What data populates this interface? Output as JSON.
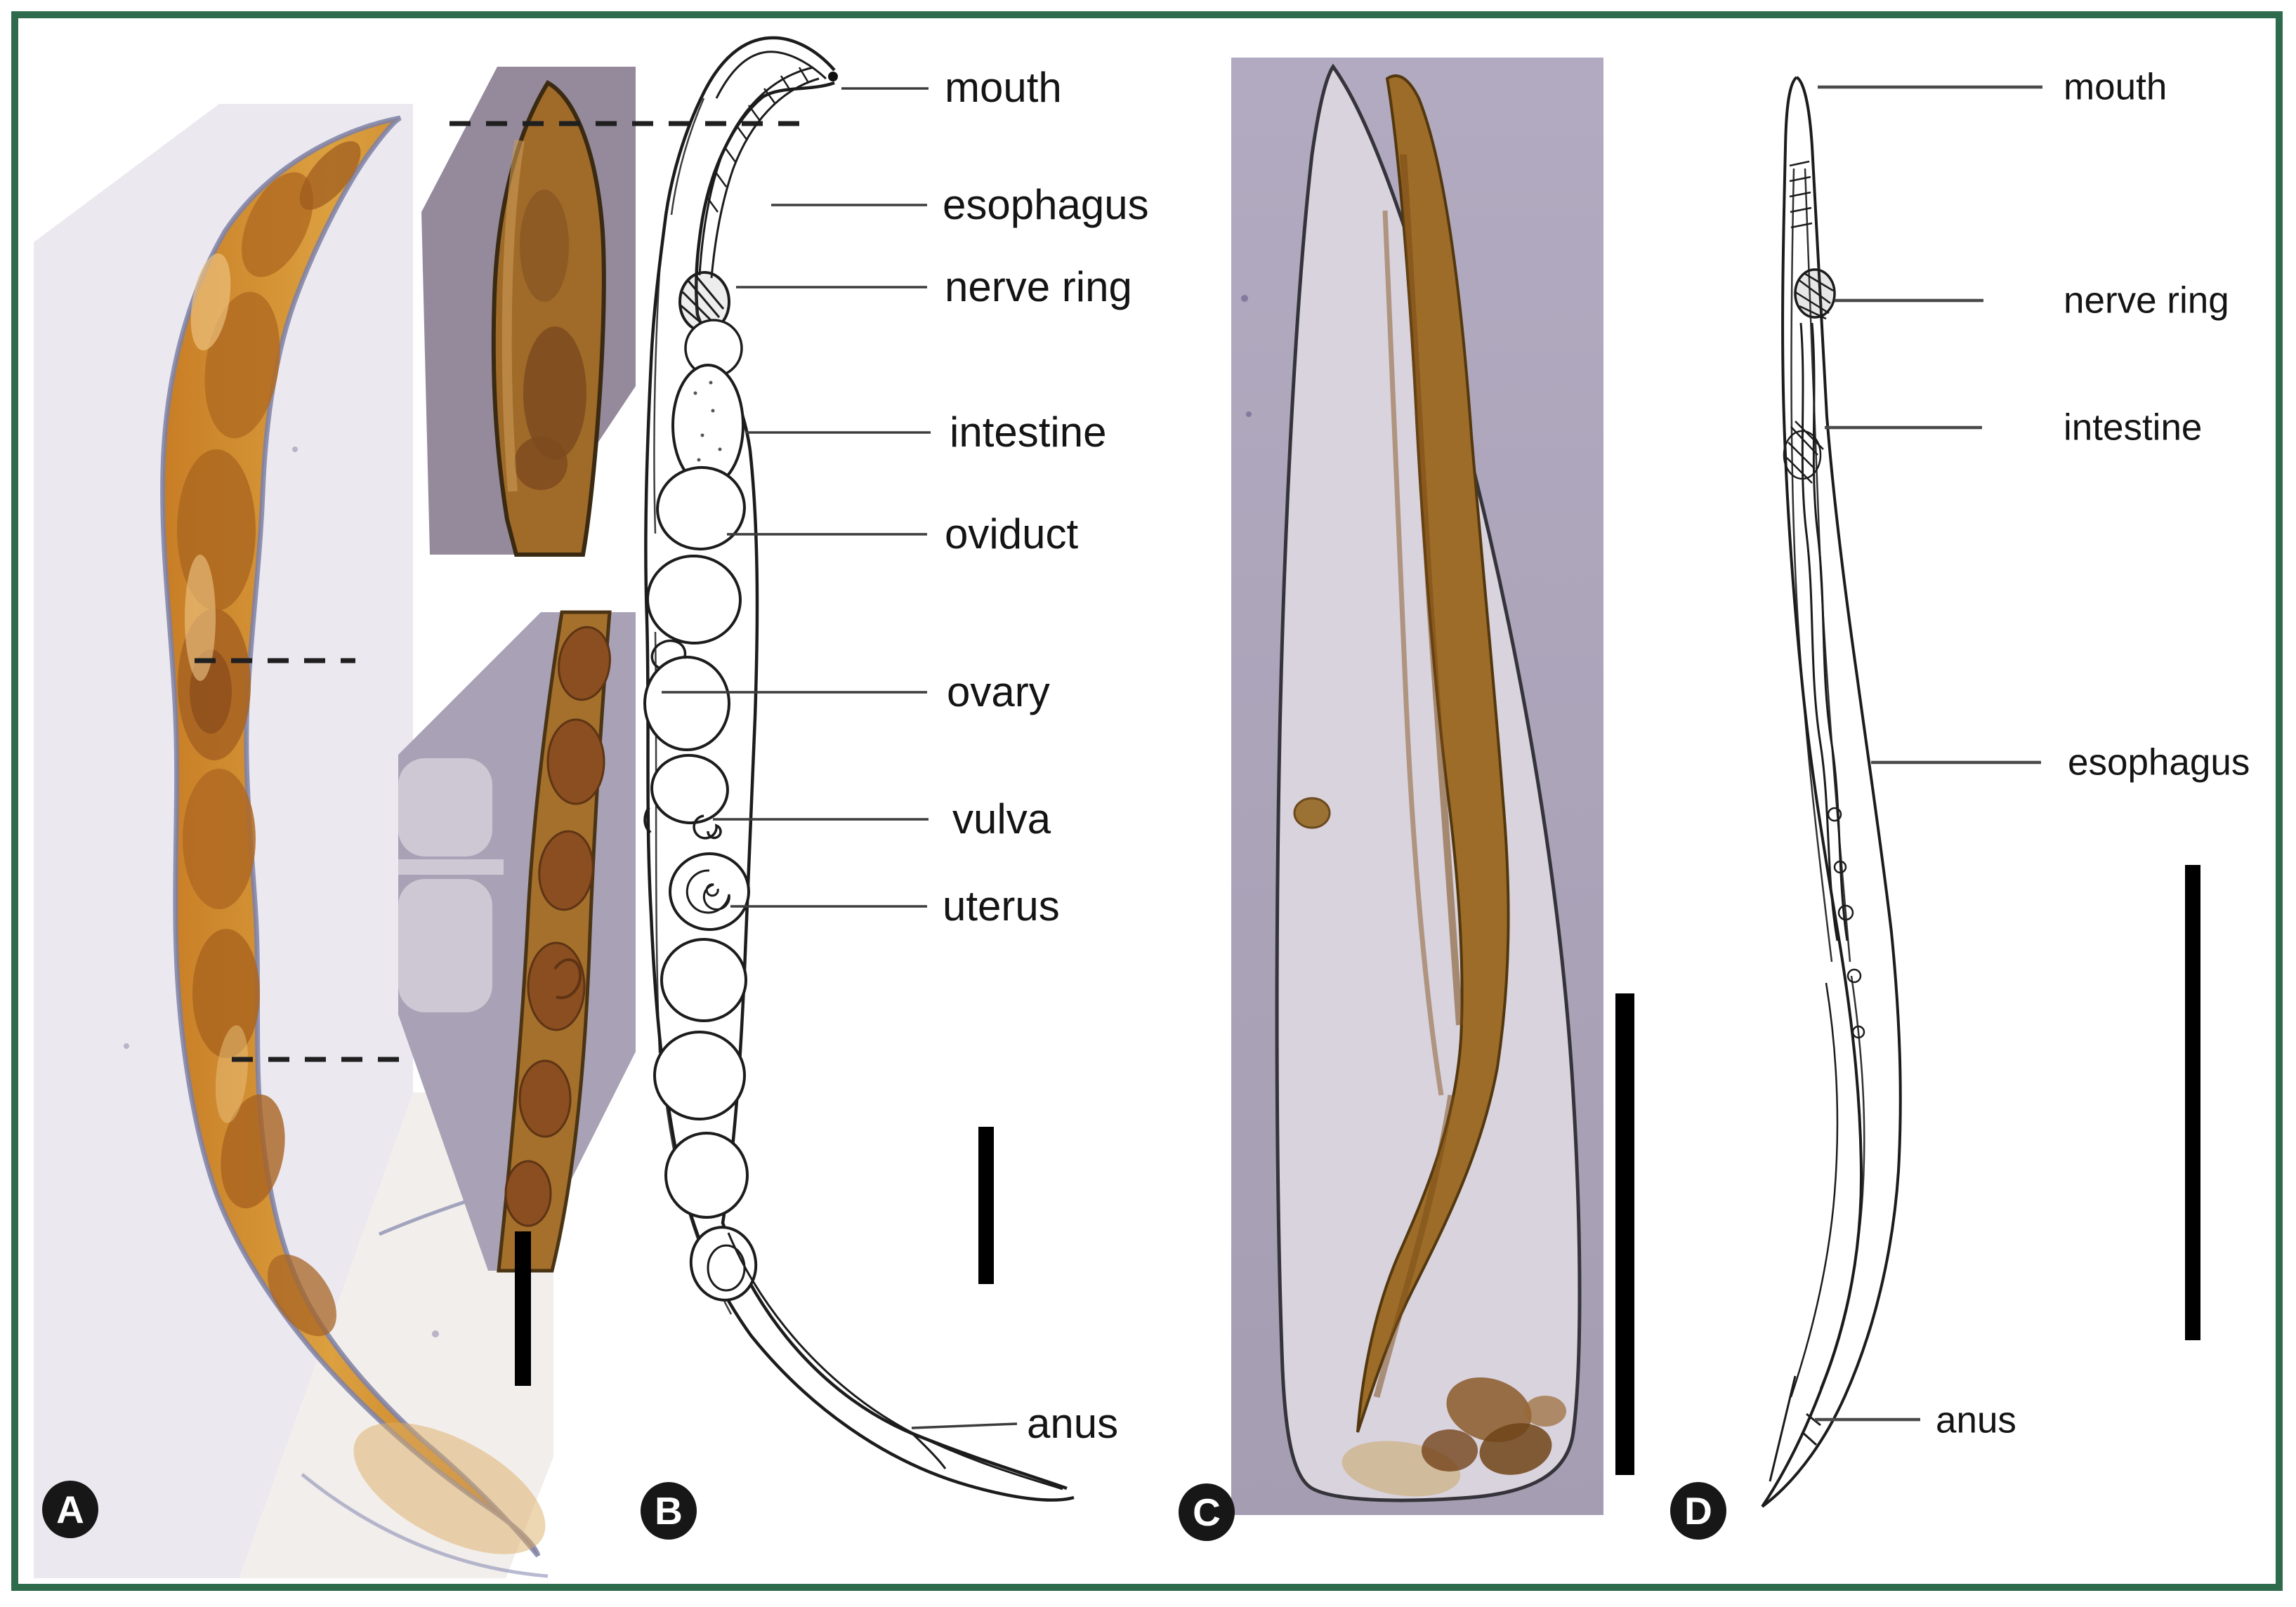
{
  "figure": {
    "background_color": "#ffffff",
    "border_color": "#2e6b4c"
  },
  "panels": [
    {
      "badge": "A",
      "labels": []
    },
    {
      "badge": "B",
      "labels": [
        "mouth",
        "esophagus",
        "nerve ring",
        "intestine",
        "oviduct",
        "ovary",
        "vulva",
        "uterus",
        "anus"
      ]
    },
    {
      "badge": "C",
      "labels": []
    },
    {
      "badge": "D",
      "labels": [
        "mouth",
        "nerve ring",
        "intestine",
        "esophagus",
        "anus"
      ]
    }
  ],
  "colors": {
    "scale_bar": "#000000",
    "label_text": "#141414",
    "leader_line": "#3d3d3d",
    "drawing_ink": "#1c1c1c",
    "micrograph_a_background": "#ebe8f0",
    "micrograph_a_worm": "#d08a30",
    "inset_background": "#958a9c",
    "inset_worm": "#a06a28",
    "micrograph_c_background": "#aba3b8",
    "micrograph_c_mount": "#d9d3de",
    "micrograph_c_worm": "#9c6c28"
  }
}
